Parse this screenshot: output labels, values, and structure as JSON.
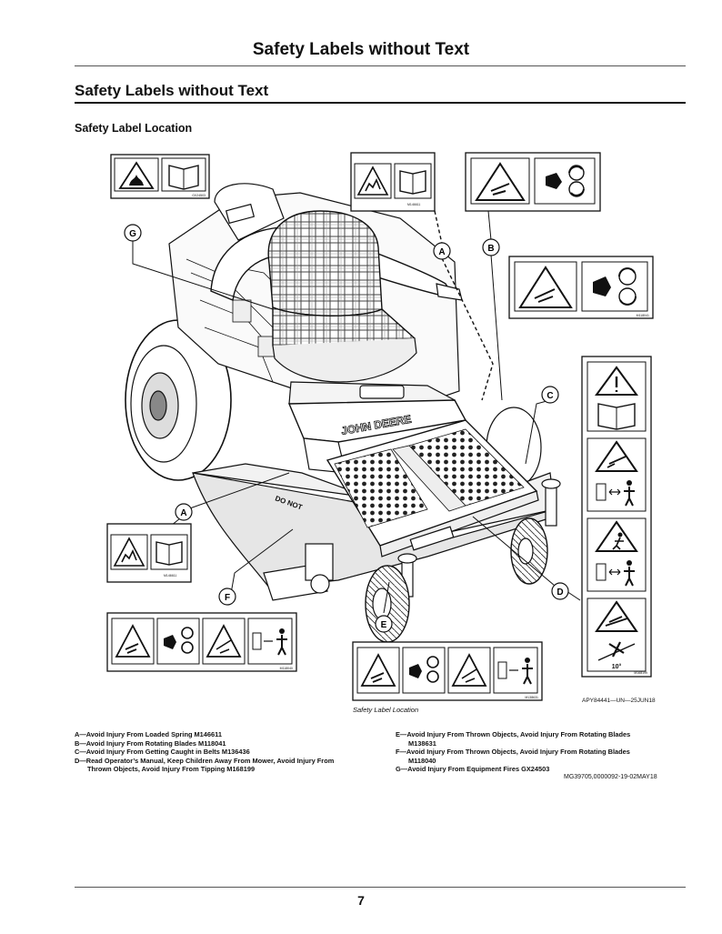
{
  "header": {
    "page_title": "Safety Labels without Text",
    "section_title": "Safety Labels without Text",
    "subsection_title": "Safety Label Location"
  },
  "figure": {
    "brand_text": "JOHN DEERE",
    "callouts": [
      "A",
      "B",
      "C",
      "D",
      "E",
      "F",
      "G",
      "A"
    ],
    "slope_text": "10°",
    "ref": "APY84441—UN—25JUN18",
    "caption": "Safety Label Location",
    "label_codes": [
      "M146611",
      "M118041",
      "M136436",
      "M168199",
      "M138631",
      "M118040",
      "GX24503"
    ]
  },
  "legend": {
    "left": [
      {
        "text": "A—Avoid Injury From Loaded Spring M146611",
        "indent": false
      },
      {
        "text": "B—Avoid Injury From Rotating Blades M118041",
        "indent": false
      },
      {
        "text": "C—Avoid Injury From Getting Caught in Belts M136436",
        "indent": false
      },
      {
        "text": "D—Read Operator’s Manual, Keep Children Away From Mower, Avoid Injury From",
        "indent": false
      },
      {
        "text": "Thrown Objects, Avoid Injury From Tipping M168199",
        "indent": true
      }
    ],
    "right": [
      {
        "text": "E—Avoid Injury From Thrown Objects, Avoid Injury From Rotating Blades",
        "indent": false
      },
      {
        "text": "M138631",
        "indent": true
      },
      {
        "text": "F—Avoid Injury From Thrown Objects, Avoid Injury From Rotating Blades",
        "indent": false
      },
      {
        "text": "M118040",
        "indent": true
      },
      {
        "text": "G—Avoid Injury From Equipment Fires GX24503",
        "indent": false
      }
    ]
  },
  "doc_ref": "MG39705,0000092-19-02MAY18",
  "page_number": "7"
}
